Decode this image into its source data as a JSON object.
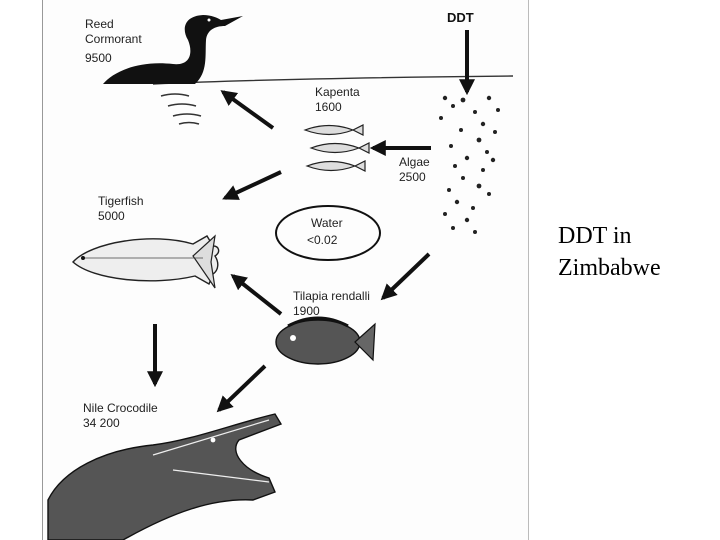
{
  "diagram": {
    "source_label": "DDT",
    "water": {
      "name": "Water",
      "value": "<0.02"
    },
    "nodes": {
      "reed_cormorant": {
        "name": "Reed\nCormorant",
        "value": "9500"
      },
      "kapenta": {
        "name": "Kapenta",
        "value": "1600"
      },
      "algae": {
        "name": "Algae",
        "value": "2500"
      },
      "tigerfish": {
        "name": "Tigerfish",
        "value": "5000"
      },
      "tilapia": {
        "name": "Tilapia rendalli",
        "value": "1900"
      },
      "nile_crocodile": {
        "name": "Nile Crocodile",
        "value": "34 200"
      }
    }
  },
  "caption": {
    "line1": "DDT in",
    "line2": "Zimbabwe"
  }
}
